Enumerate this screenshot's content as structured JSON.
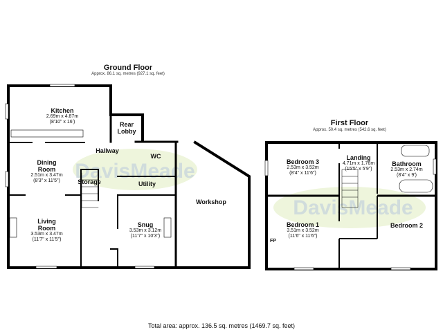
{
  "watermark": "DavisMeade",
  "ground_floor": {
    "title": "Ground Floor",
    "area": "Approx. 86.1 sq. metres (927.1 sq. feet)",
    "rooms": [
      {
        "name": "Kitchen",
        "dim_m": "2.69m x 4.87m",
        "dim_ft": "(8'10\" x 16')"
      },
      {
        "name": "Rear Lobby"
      },
      {
        "name": "Hallway"
      },
      {
        "name": "WC"
      },
      {
        "name": "Dining Room",
        "dim_m": "2.51m x 3.47m",
        "dim_ft": "(8'3\" x 11'5\")"
      },
      {
        "name": "Storage"
      },
      {
        "name": "Utility"
      },
      {
        "name": "Workshop"
      },
      {
        "name": "Living Room",
        "dim_m": "3.53m x 3.47m",
        "dim_ft": "(11'7\" x 11'5\")"
      },
      {
        "name": "Snug",
        "dim_m": "3.53m x 3.12m",
        "dim_ft": "(11'7\" x 10'3\")"
      }
    ]
  },
  "first_floor": {
    "title": "First Floor",
    "area": "Approx. 50.4 sq. metres (542.6 sq. feet)",
    "rooms": [
      {
        "name": "Bedroom 3",
        "dim_m": "2.53m x 3.52m",
        "dim_ft": "(8'4\" x 11'6\")"
      },
      {
        "name": "Landing",
        "dim_m": "4.71m x 1.76m",
        "dim_ft": "(15'5\" x 5'9\")"
      },
      {
        "name": "Bathroom",
        "dim_m": "2.53m x 2.74m",
        "dim_ft": "(8'4\" x 9')"
      },
      {
        "name": "Bedroom 1",
        "dim_m": "3.51m x 3.52m",
        "dim_ft": "(11'6\" x 11'6\")"
      },
      {
        "name": "Bedroom 2"
      }
    ],
    "fp_label": "FP"
  },
  "total_area": "Total area: approx. 136.5 sq. metres (1469.7 sq. feet)"
}
